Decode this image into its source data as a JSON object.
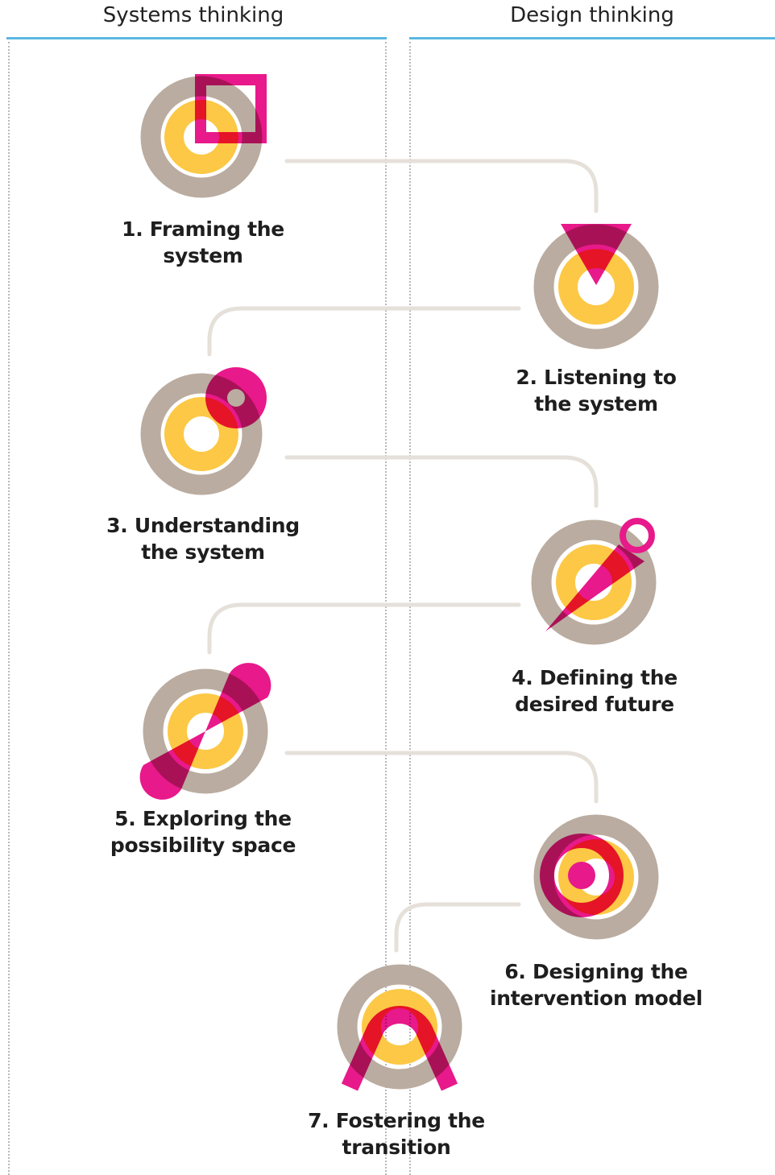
{
  "columns": {
    "systems_thinking": "Systems thinking",
    "design_thinking": "Design thinking"
  },
  "colors": {
    "outer_ring": "#baaca0",
    "inner_ring": "#fcc845",
    "magenta": "#e8198b",
    "overlap_red": "#e8183d",
    "overlap_dark": "#a3155e",
    "connector": "#e6e0da",
    "header_rule": "#5bb7e2",
    "guide_dots": "#b9b9b9"
  },
  "steps": [
    {
      "number": "1.",
      "line1": "Framing the",
      "line2": "system",
      "column": "Systems thinking",
      "shape": "square"
    },
    {
      "number": "2.",
      "line1": "Listening to",
      "line2": "the system",
      "column": "Design thinking",
      "shape": "triangle"
    },
    {
      "number": "3.",
      "line1": "Understanding",
      "line2": "the system",
      "column": "Systems thinking",
      "shape": "circle-with-dot"
    },
    {
      "number": "4.",
      "line1": "Defining the",
      "line2": "desired future",
      "column": "Design thinking",
      "shape": "pin"
    },
    {
      "number": "5.",
      "line1": "Exploring the",
      "line2": "possibility space",
      "column": "Systems thinking",
      "shape": "double-cone"
    },
    {
      "number": "6.",
      "line1": "Designing the",
      "line2": "intervention model",
      "column": "Design thinking",
      "shape": "crescent"
    },
    {
      "number": "7.",
      "line1": "Fostering the",
      "line2": "transition",
      "column": "Both",
      "shape": "arch"
    }
  ]
}
